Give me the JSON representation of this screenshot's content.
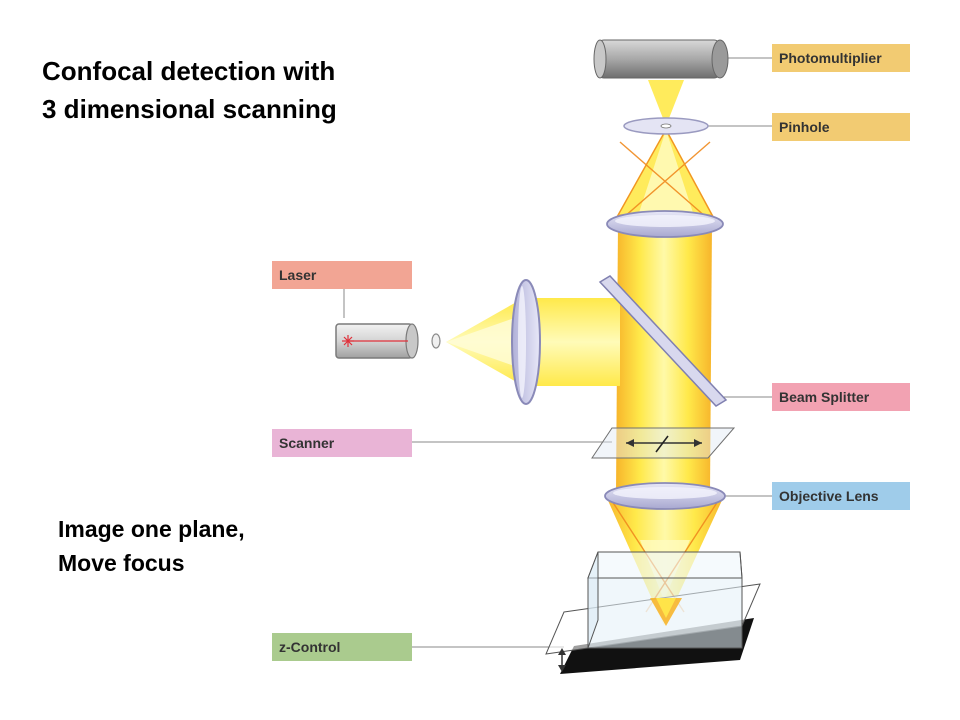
{
  "title": {
    "line1": "Confocal detection with",
    "line2": "3 dimensional scanning"
  },
  "caption": {
    "line1": "Image one plane,",
    "line2": "Move focus"
  },
  "labels": {
    "photomultiplier": {
      "text": "Photomultiplier",
      "color": "#F2CB72"
    },
    "pinhole": {
      "text": "Pinhole",
      "color": "#F2CB72"
    },
    "laser": {
      "text": "Laser",
      "color": "#F2A594"
    },
    "beam_splitter": {
      "text": "Beam Splitter",
      "color": "#F2A2B2"
    },
    "scanner": {
      "text": "Scanner",
      "color": "#E9B4D6"
    },
    "objective_lens": {
      "text": "Objective Lens",
      "color": "#9FCCEA"
    },
    "z_control": {
      "text": "z-Control",
      "color": "#AACB8E"
    }
  },
  "colors": {
    "beam_yellow": "#FFF04A",
    "beam_orange": "#F5A623",
    "lens_lavender": "#C8C8E8",
    "leader_line": "#8A8A8A"
  }
}
